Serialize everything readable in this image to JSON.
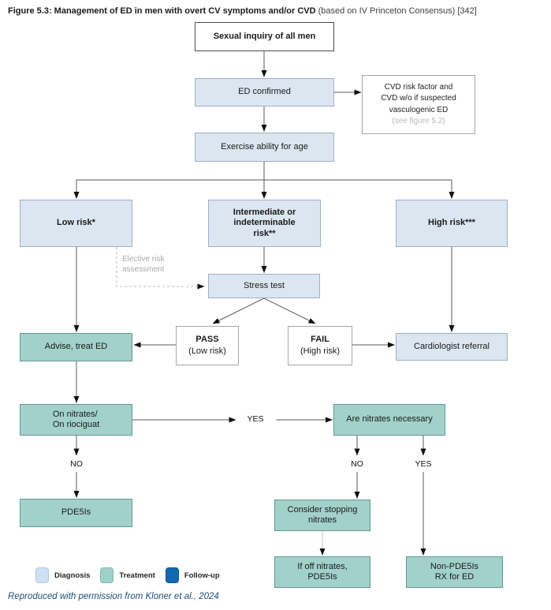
{
  "title": {
    "main": "Figure 5.3: Management of ED in men with overt CV symptoms and/or CVD",
    "suffix": " (based on IV Princeton Consensus) [342]"
  },
  "nodes": {
    "sexual_inquiry": "Sexual inquiry of all men",
    "ed_confirmed": "ED confirmed",
    "cvd_note": {
      "line1": "CVD risk factor and",
      "line2": "CVD w/o if suspected",
      "line3": "vasculogenic ED",
      "line4": "(see figure 5.2)"
    },
    "exercise": "Exercise ability for age",
    "low_risk": "Low risk*",
    "intermediate": {
      "line1": "Intermediate or",
      "line2": "indeterminable",
      "line3": "risk**"
    },
    "high_risk": "High risk***",
    "stress_test": "Stress test",
    "advise_treat": "Advise, treat ED",
    "pass": {
      "title": "PASS",
      "subtitle": "(Low risk)"
    },
    "fail": {
      "title": "FAIL",
      "subtitle": "(High risk)"
    },
    "cardiologist": "Cardiologist referral",
    "on_nitrates": {
      "line1": "On nitrates/",
      "line2": "On riociguat"
    },
    "are_nitrates": "Are nitrates necessary",
    "pde5is": "PDE5Is",
    "consider_stopping": {
      "line1": "Consider stopping",
      "line2": "nitrates"
    },
    "if_off_nitrates": {
      "line1": "If off nitrates,",
      "line2": "PDE5Is"
    },
    "non_pde5is": {
      "line1": "Non-PDE5Is",
      "line2": "RX for ED"
    }
  },
  "edge_labels": {
    "elective": {
      "line1": "Elective risk",
      "line2": "assessment"
    },
    "yes_to_are_nitrates": "YES",
    "no_from_on_nitrates": "NO",
    "no_from_are_nitrates": "NO",
    "yes_from_are_nitrates": "YES"
  },
  "legend": {
    "items": [
      {
        "label": "Diagnosis",
        "color": "#cfe0f2"
      },
      {
        "label": "Treatment",
        "color": "#a2d1cb"
      },
      {
        "label": "Follow-up",
        "color": "#1268b3"
      }
    ]
  },
  "footer": "Reproduced with permission from Kloner et al., 2024",
  "colors": {
    "diagnosis_fill": "#dce6f1",
    "treatment_fill": "#a2d1cb",
    "followup_fill": "#1268b3",
    "connector": "#595959"
  }
}
